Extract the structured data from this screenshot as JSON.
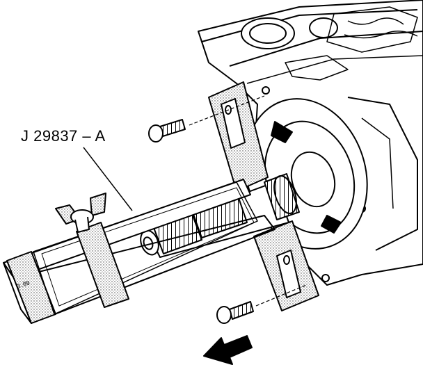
{
  "callout": {
    "tool_number": "J 29837 – A"
  },
  "plate_marking": "0.00",
  "illustration": {
    "subject": "transmission-housing-with-alignment-tool",
    "arrow_direction": "down-left",
    "colors": {
      "ink": "#000000",
      "paper": "#ffffff",
      "stipple": "#d8d8d8"
    }
  }
}
